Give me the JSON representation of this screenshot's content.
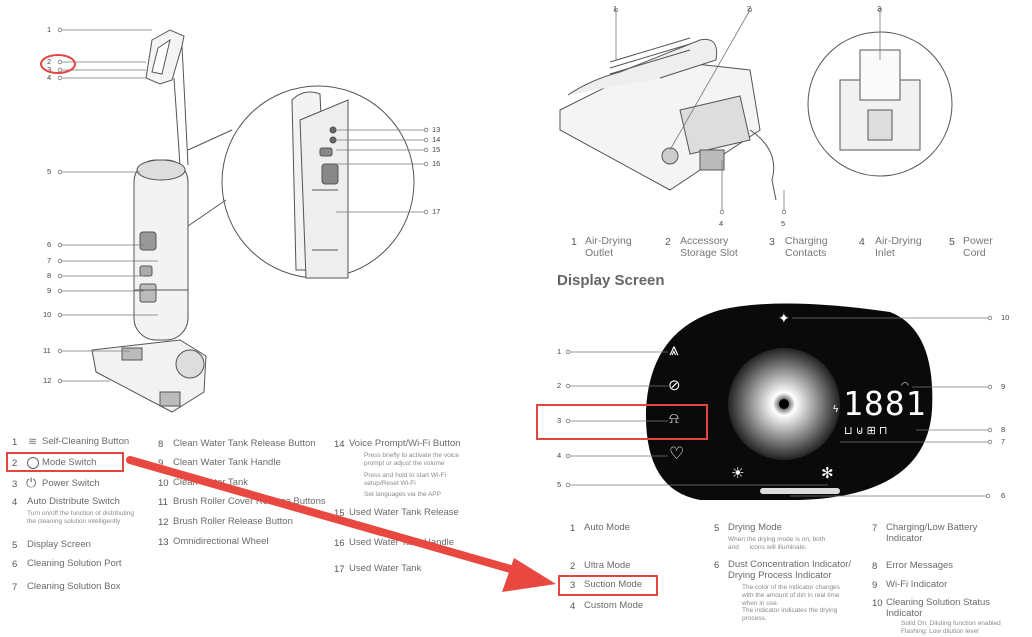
{
  "device_callouts_left": [
    "1",
    "2",
    "3",
    "4",
    "5",
    "6",
    "7",
    "8",
    "9",
    "10",
    "11",
    "12"
  ],
  "device_callouts_zoom": [
    "13",
    "14",
    "15",
    "16",
    "17"
  ],
  "dock_callouts": [
    "1",
    "2",
    "3",
    "4",
    "5"
  ],
  "dock_parts": [
    {
      "num": "1",
      "label": "Air-Drying\nOutlet"
    },
    {
      "num": "2",
      "label": "Accessory\nStorage Slot"
    },
    {
      "num": "3",
      "label": "Charging\nContacts"
    },
    {
      "num": "4",
      "label": "Air-Drying\nInlet"
    },
    {
      "num": "5",
      "label": "Power\nCord"
    }
  ],
  "display_heading": "Display Screen",
  "display_callouts": [
    "1",
    "2",
    "3",
    "4",
    "5",
    "6",
    "7",
    "8",
    "9",
    "10"
  ],
  "display_readout": "1881",
  "parts_col1": [
    {
      "num": "1",
      "label": "Self-Cleaning Button"
    },
    {
      "num": "2",
      "label": "Mode Switch"
    },
    {
      "num": "3",
      "label": "Power Switch"
    },
    {
      "num": "4",
      "label": "Auto Distribute Switch",
      "note": "Turn on/off the function of distributing\nthe cleaning solution intelligently"
    },
    {
      "num": "5",
      "label": "Display Screen"
    },
    {
      "num": "6",
      "label": "Cleaning Solution Port"
    },
    {
      "num": "7",
      "label": "Cleaning Solution Box"
    }
  ],
  "parts_col2": [
    {
      "num": "8",
      "label": "Clean Water Tank Release Button"
    },
    {
      "num": "9",
      "label": "Clean Water Tank Handle"
    },
    {
      "num": "10",
      "label": "Clean Water Tank"
    },
    {
      "num": "11",
      "label": "Brush Roller Cover Release Buttons"
    },
    {
      "num": "12",
      "label": "Brush Roller Release Button"
    },
    {
      "num": "13",
      "label": "Omnidirectional Wheel"
    }
  ],
  "parts_col3": [
    {
      "num": "14",
      "label": "Voice Prompt/Wi-Fi Button",
      "notes": [
        "Press briefly to activate the voice\nprompt or adjust the volume",
        "Press and hold to start Wi-Fi\nsetup/Reset Wi-Fi",
        "Set languages via the APP"
      ]
    },
    {
      "num": "15",
      "label": "Used Water Tank Release"
    },
    {
      "num": "16",
      "label": "Used Water Tank Handle"
    },
    {
      "num": "17",
      "label": "Used Water Tank"
    }
  ],
  "display_col1": [
    {
      "num": "1",
      "label": "Auto Mode"
    },
    {
      "num": "2",
      "label": "Ultra Mode"
    },
    {
      "num": "3",
      "label": "Suction Mode"
    },
    {
      "num": "4",
      "label": "Custom Mode"
    }
  ],
  "display_col2": [
    {
      "num": "5",
      "label": "Drying Mode",
      "note": "When the drying mode is on, both\nand      icons will illuminate."
    },
    {
      "num": "6",
      "label": "Dust Concentration Indicator/\nDrying Process Indicator",
      "notes": [
        "The color of the indicator changes\nwith the amount of dirt in real time\nwhen in use.",
        "The indicator indicates the drying\nprocess."
      ]
    }
  ],
  "display_col3": [
    {
      "num": "7",
      "label": "Charging/Low Battery\nIndicator"
    },
    {
      "num": "8",
      "label": "Error Messages"
    },
    {
      "num": "9",
      "label": "Wi-Fi Indicator"
    },
    {
      "num": "10",
      "label": "Cleaning Solution Status\nIndicator",
      "notes": [
        "Solid On: Diluting function enabled",
        "Flashing: Low dilution level"
      ]
    }
  ],
  "colors": {
    "highlight": "#e3453f",
    "arrow": "#e8483f",
    "text": "#6a6a6a",
    "screen": "#0a0a0a"
  }
}
